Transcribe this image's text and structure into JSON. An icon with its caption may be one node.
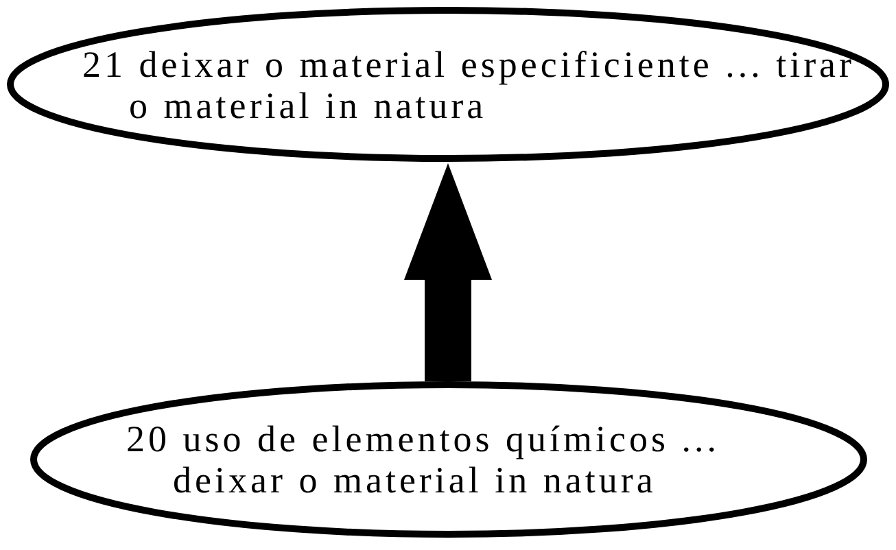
{
  "diagram": {
    "nodes": [
      {
        "text": [
          "21 deixar o material especificiente ... tirar o material in natura"
        ]
      },
      {
        "text": [
          "20 uso de elementos químicos ... deixar o material in natura"
        ]
      }
    ],
    "edges": [
      {
        "from": 1,
        "to": 0,
        "arrow": "to"
      }
    ]
  }
}
